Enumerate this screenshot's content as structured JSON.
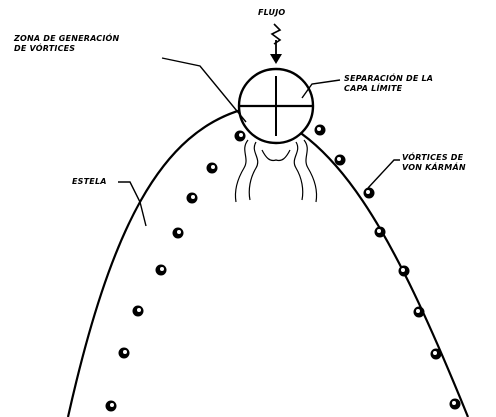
{
  "labels": {
    "flow": "FLUJO",
    "vortex_zone_line1": "ZONA DE GENERACIÓN",
    "vortex_zone_line2": "DE VÓRTICES",
    "separation_line1": "SEPARACIÓN DE LA",
    "separation_line2": "CAPA LÍMITE",
    "wake": "ESTELA",
    "karman_line1": "VÓRTICES DE",
    "karman_line2": "VON KÁRMÁN"
  },
  "vortex_count_left": 8,
  "vortex_count_right": 8,
  "colors": {
    "ink": "#000000",
    "background": "#ffffff"
  }
}
